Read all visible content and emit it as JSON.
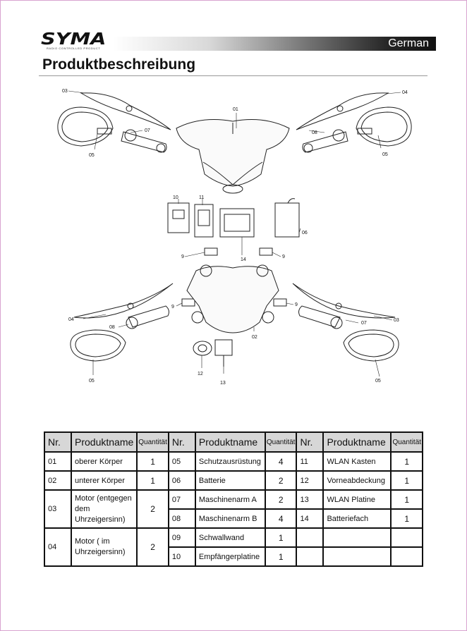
{
  "brand": {
    "name": "SYMA",
    "tagline": "RADIO CONTROLLED PRODUCT"
  },
  "header": {
    "language": "German"
  },
  "page_title": "Produktbeschreibung",
  "diagram_labels": [
    "01",
    "02",
    "03",
    "04",
    "05",
    "06",
    "07",
    "08",
    "9",
    "10",
    "11",
    "13",
    "14"
  ],
  "table": {
    "headers": {
      "nr": "Nr.",
      "name": "Produktname",
      "qty": "Quantität"
    },
    "col1": [
      {
        "nr": "01",
        "name": "oberer Körper",
        "qty": "1"
      },
      {
        "nr": "02",
        "name": "unterer Körper",
        "qty": "1"
      },
      {
        "nr": "03",
        "name": "Motor (entgegen dem Uhrzeigersinn)",
        "qty": "2"
      },
      {
        "nr": "04",
        "name": "Motor ( im Uhrzeigersinn)",
        "qty": "2"
      }
    ],
    "col2": [
      {
        "nr": "05",
        "name": "Schutzausrüstung",
        "qty": "4"
      },
      {
        "nr": "06",
        "name": "Batterie",
        "qty": "2"
      },
      {
        "nr": "07",
        "name": "Maschinenarm A",
        "qty": "2"
      },
      {
        "nr": "08",
        "name": "Maschinenarm B",
        "qty": "4"
      },
      {
        "nr": "09",
        "name": "Schwallwand",
        "qty": "1"
      },
      {
        "nr": "10",
        "name": "Empfängerplatine",
        "qty": "1"
      }
    ],
    "col3": [
      {
        "nr": "11",
        "name": "WLAN Kasten",
        "qty": "1"
      },
      {
        "nr": "12",
        "name": "Vorneabdeckung",
        "qty": "1"
      },
      {
        "nr": "13",
        "name": "WLAN Platine",
        "qty": "1"
      },
      {
        "nr": "14",
        "name": "Batteriefach",
        "qty": "1"
      }
    ]
  }
}
